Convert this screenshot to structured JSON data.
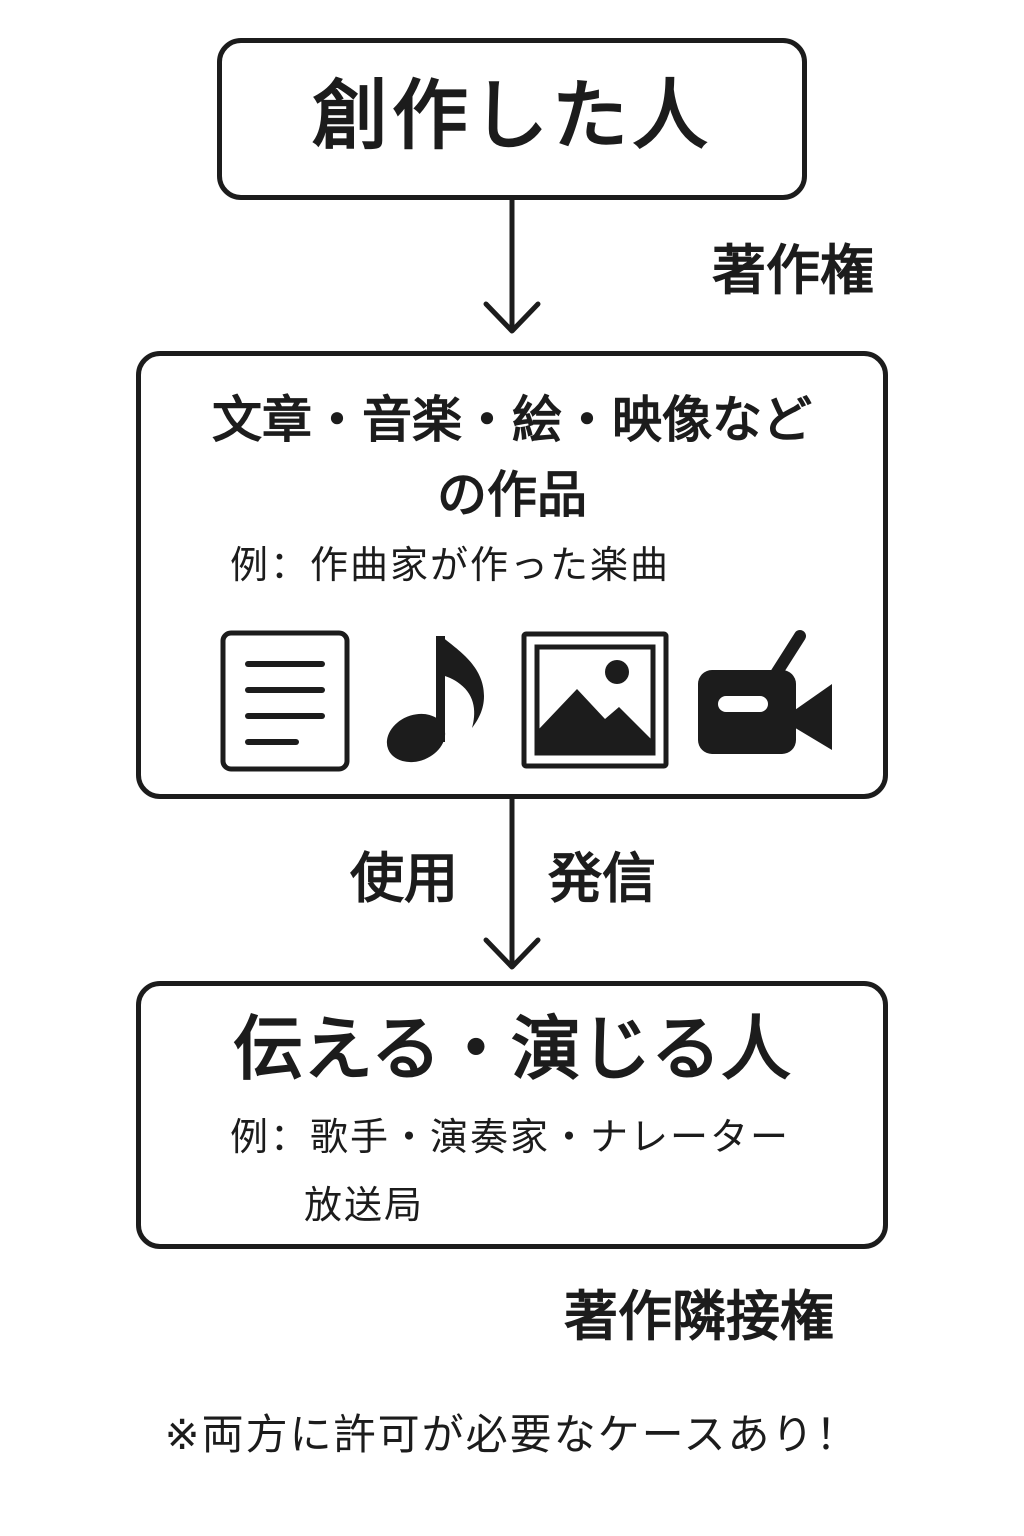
{
  "creator": {
    "title": "創作した人"
  },
  "rights": {
    "copyright": "著作権",
    "neighboring": "著作隣接権"
  },
  "works": {
    "line1": "文章・音楽・絵・映像など",
    "line2": "の作品",
    "example": "例：作曲家が作った楽曲",
    "icons": [
      "document-icon",
      "music-note-icon",
      "picture-icon",
      "video-camera-icon"
    ]
  },
  "flow": {
    "use": "使用",
    "send": "発信"
  },
  "performer": {
    "title": "伝える・演じる人",
    "example_line1": "例：歌手・演奏家・ナレーター",
    "example_line2": "放送局"
  },
  "note": "※両方に許可が必要なケースあり！",
  "colors": {
    "stroke": "#1c1c1c",
    "background": "#ffffff"
  }
}
